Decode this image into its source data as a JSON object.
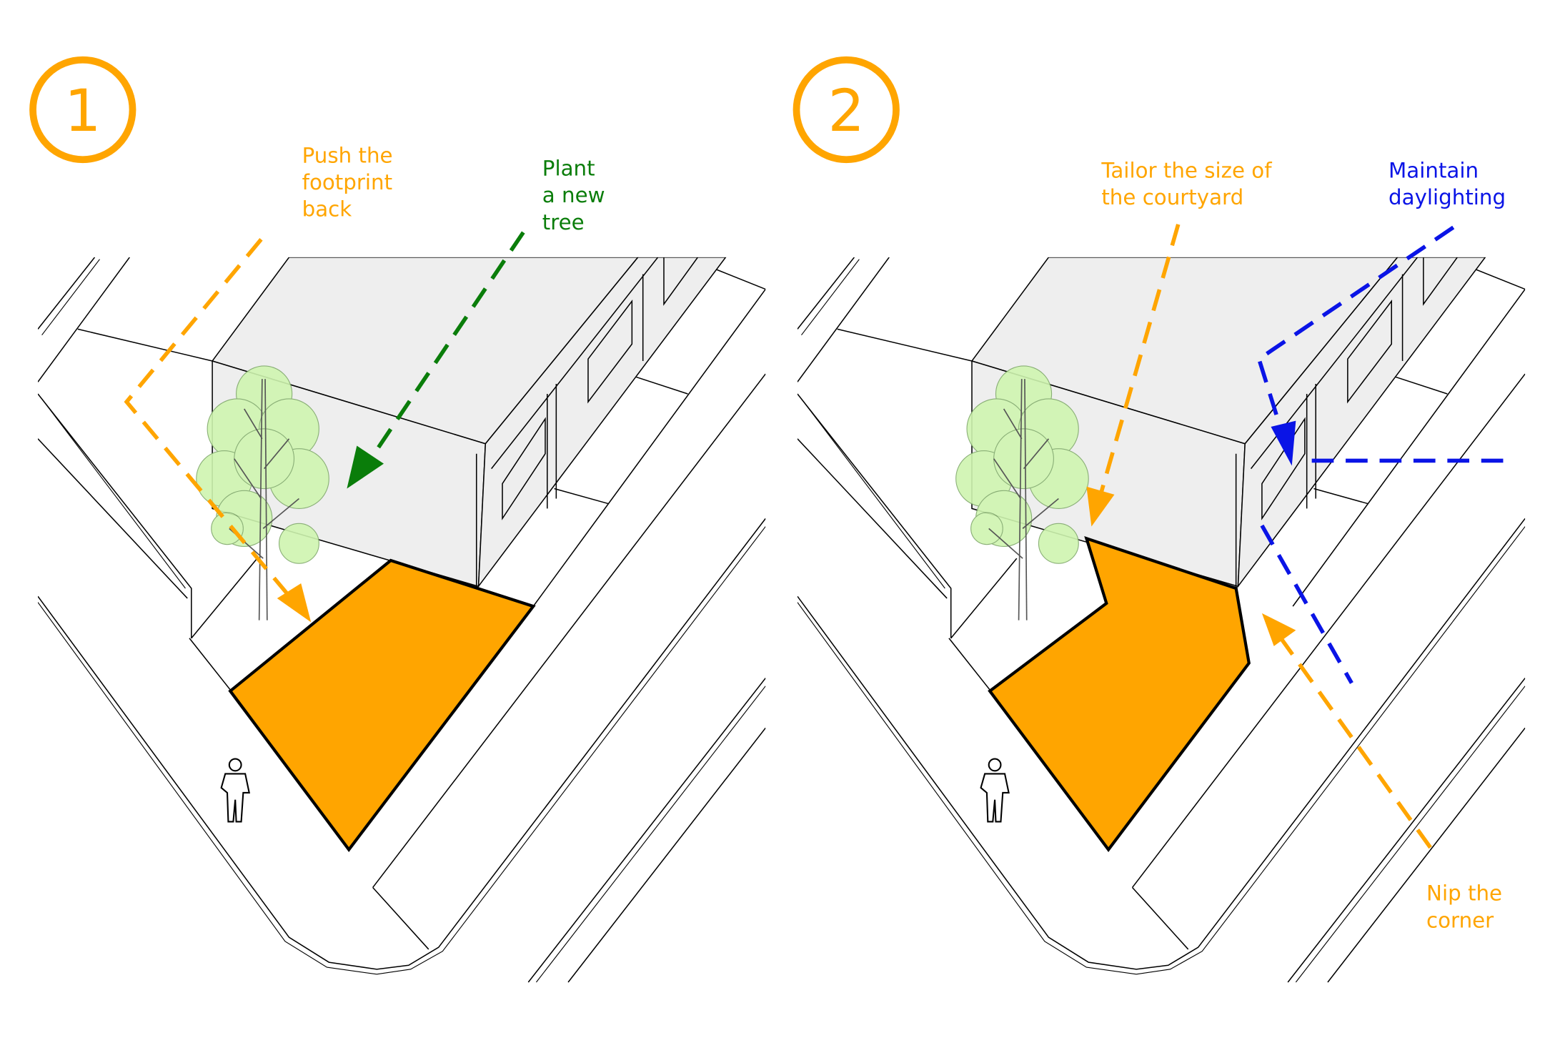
{
  "colors": {
    "orange": "#FFA500",
    "green": "#0A7D0A",
    "blue": "#0A14E6",
    "building": "#EEEEEE",
    "tree": "#CFF5B0"
  },
  "panels": [
    {
      "number": "1",
      "labels": [
        {
          "lines": [
            "Push the",
            "footprint",
            "back"
          ],
          "color": "orange"
        },
        {
          "lines": [
            "Plant",
            "a new",
            "tree"
          ],
          "color": "green"
        }
      ]
    },
    {
      "number": "2",
      "labels": [
        {
          "lines": [
            "Tailor the size of",
            "the courtyard"
          ],
          "color": "orange"
        },
        {
          "lines": [
            "Maintain",
            "daylighting"
          ],
          "color": "blue"
        },
        {
          "lines": [
            "Nip the",
            "corner"
          ],
          "color": "orange"
        }
      ]
    }
  ]
}
